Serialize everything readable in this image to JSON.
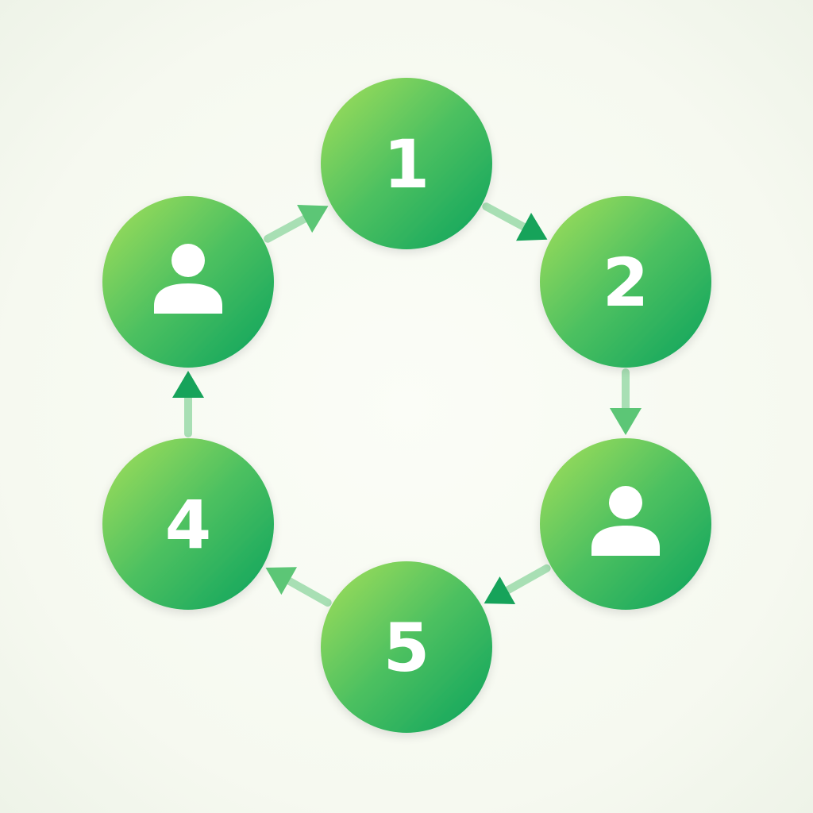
{
  "colors": {
    "background": "#f6f9f0",
    "node_light": "#a6e05a",
    "node_mid": "#4cc060",
    "node_dark": "#0aa25c",
    "arrow_light": "#a8dfb4",
    "arrow_dark": "#16a35a",
    "glyph": "#ffffff"
  },
  "nodes": [
    {
      "id": "node-1",
      "kind": "number",
      "label": "1"
    },
    {
      "id": "node-2",
      "kind": "number",
      "label": "2"
    },
    {
      "id": "node-user-right",
      "kind": "icon",
      "icon": "user-icon"
    },
    {
      "id": "node-5",
      "kind": "number",
      "label": "5"
    },
    {
      "id": "node-4",
      "kind": "number",
      "label": "4"
    },
    {
      "id": "node-user-left",
      "kind": "icon",
      "icon": "user-icon"
    }
  ],
  "connections": [
    {
      "from": "node-1",
      "to": "node-2"
    },
    {
      "from": "node-2",
      "to": "node-user-right"
    },
    {
      "from": "node-user-right",
      "to": "node-5"
    },
    {
      "from": "node-5",
      "to": "node-4"
    },
    {
      "from": "node-4",
      "to": "node-user-left"
    },
    {
      "from": "node-user-left",
      "to": "node-1"
    }
  ]
}
